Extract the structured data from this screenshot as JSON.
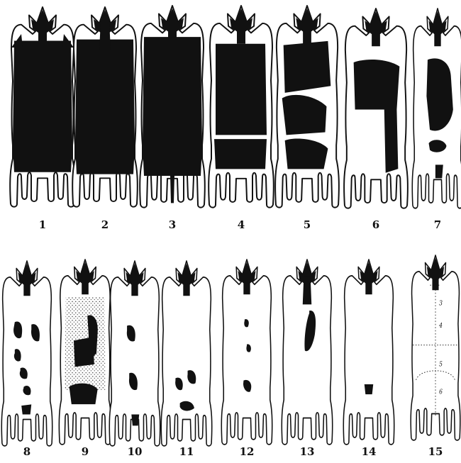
{
  "figure": {
    "panels": [
      {
        "label": "1"
      },
      {
        "label": "2"
      },
      {
        "label": "3"
      },
      {
        "label": "4"
      },
      {
        "label": "5"
      },
      {
        "label": "6"
      },
      {
        "label": "7"
      },
      {
        "label": "8"
      },
      {
        "label": "9"
      },
      {
        "label": "10"
      },
      {
        "label": "11"
      },
      {
        "label": "12"
      },
      {
        "label": "13"
      },
      {
        "label": "14"
      },
      {
        "label": "15"
      }
    ],
    "zones": [
      "3",
      "4",
      "5",
      "6"
    ],
    "colors": {
      "pigment": "#111111",
      "background": "#ffffff",
      "outline": "#111111"
    }
  }
}
